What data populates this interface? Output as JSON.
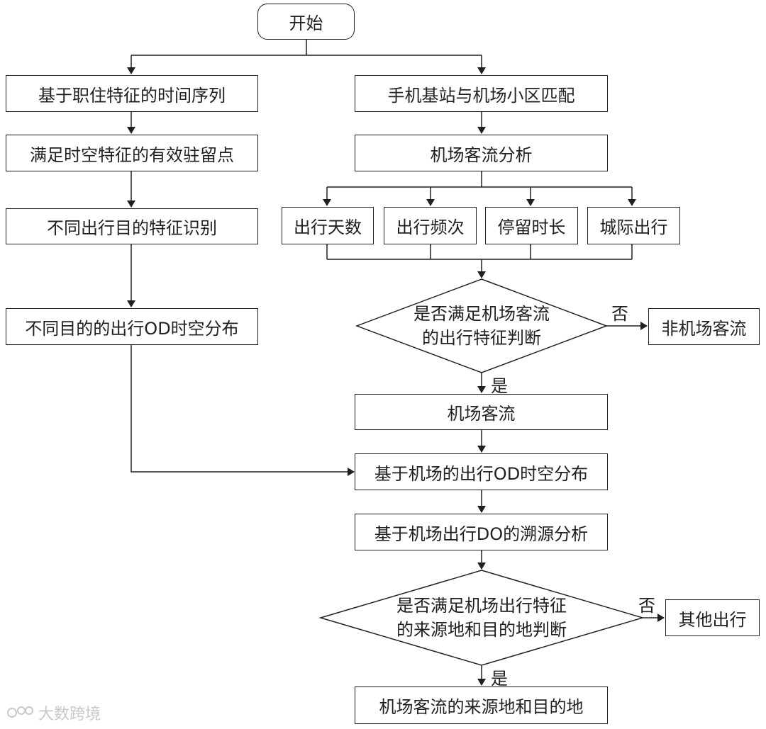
{
  "nodes": {
    "start": "开始",
    "left1": "基于职住特征的时间序列",
    "left2": "满足时空特征的有效驻留点",
    "left3": "不同出行目的特征识别",
    "left4": "不同目的的出行OD时空分布",
    "right1": "手机基站与机场小区匹配",
    "right2": "机场客流分析",
    "feat1": "出行天数",
    "feat2": "出行频次",
    "feat3": "停留时长",
    "feat4": "城际出行",
    "decision1_line1": "是否满足机场客流",
    "decision1_line2": "的出行特征判断",
    "non_airport": "非机场客流",
    "airport_flow": "机场客流",
    "od_dist": "基于机场的出行OD时空分布",
    "do_trace": "基于机场出行DO的溯源分析",
    "decision2_line1": "是否满足机场出行特征",
    "decision2_line2": "的来源地和目的地判断",
    "other_trip": "其他出行",
    "final": "机场客流的来源地和目的地"
  },
  "labels": {
    "no1": "否",
    "yes1": "是",
    "no2": "否",
    "yes2": "是"
  },
  "watermark": "大数跨境",
  "colors": {
    "line": "#231f20",
    "watermark": "#c8c8c8"
  }
}
